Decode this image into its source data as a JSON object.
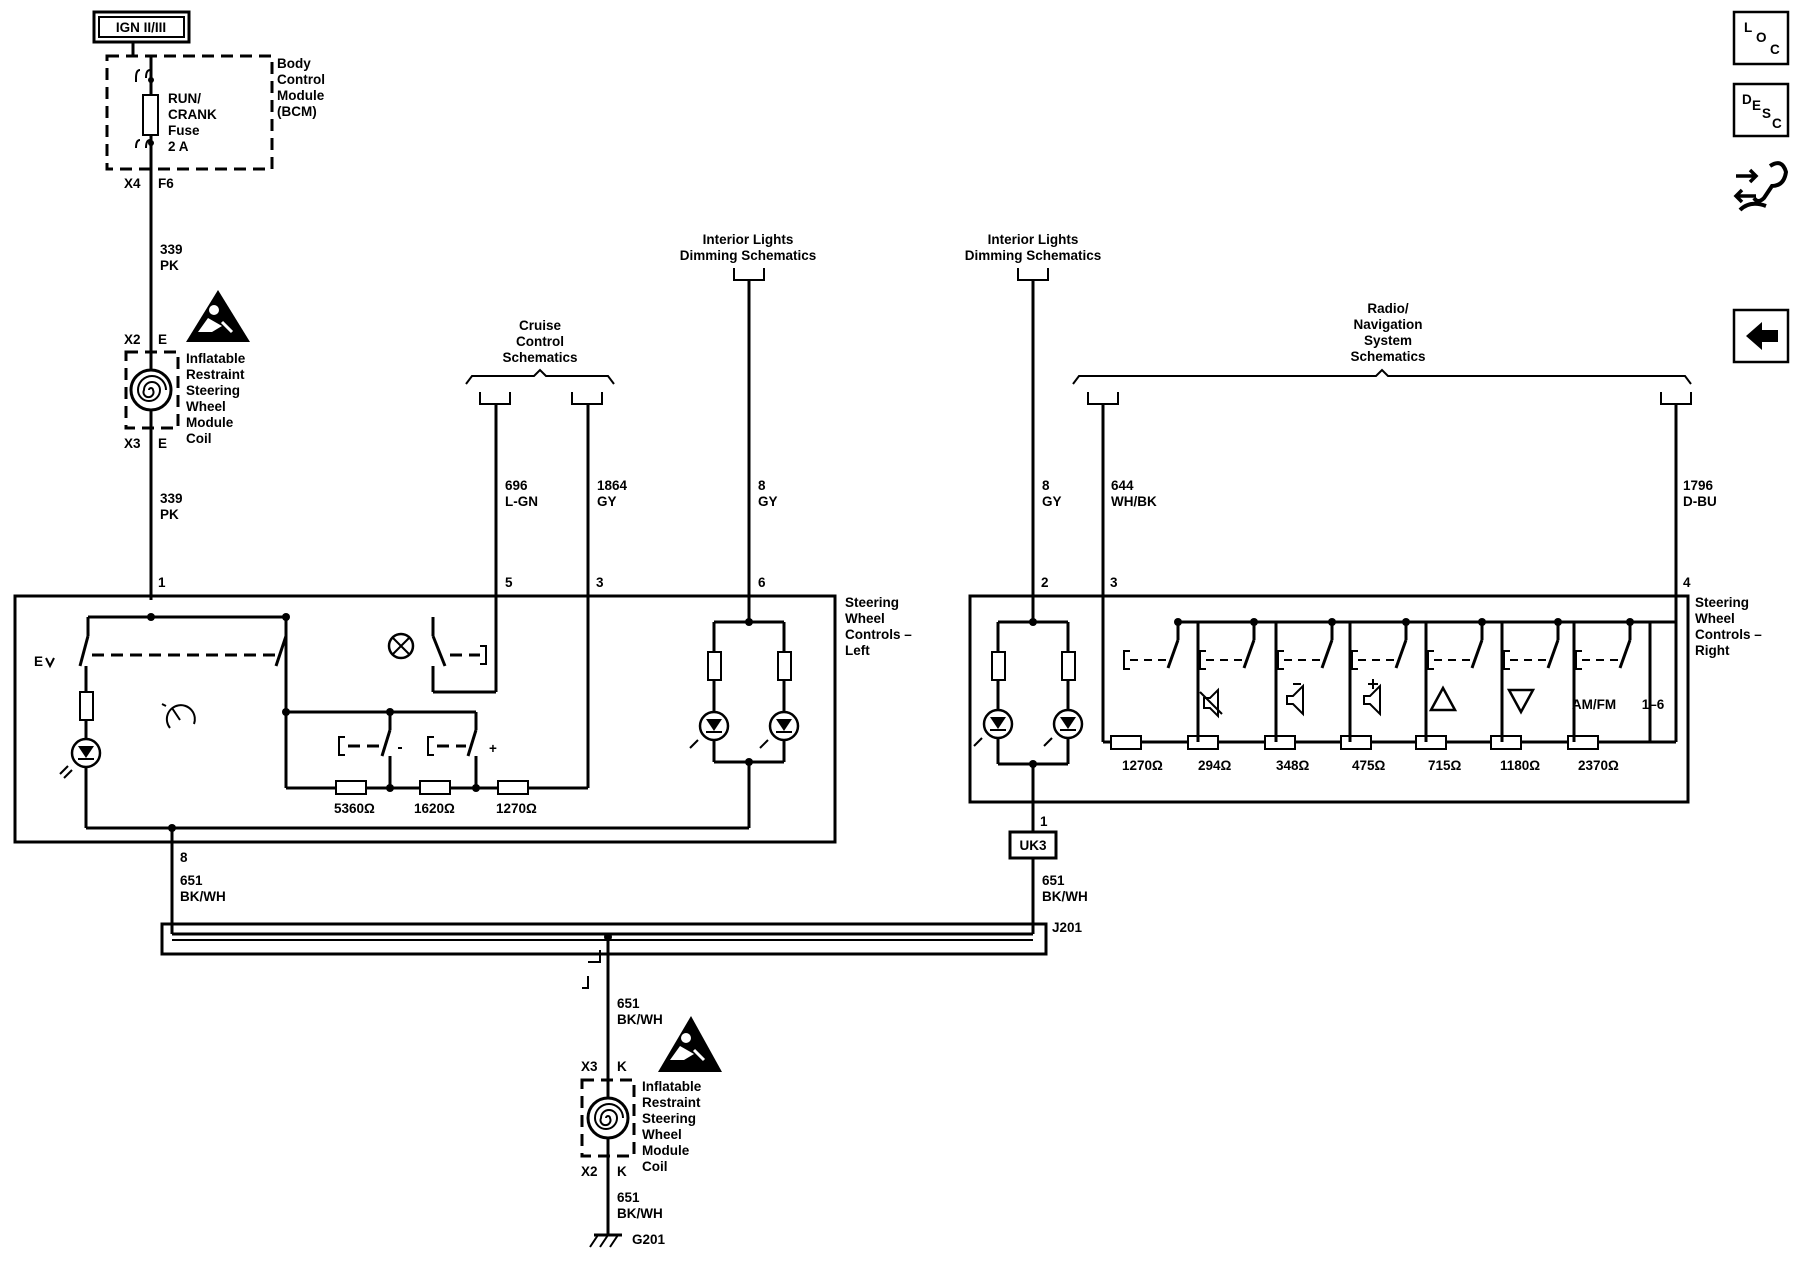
{
  "colors": {
    "ink": "#000000",
    "paper": "#ffffff"
  },
  "power": {
    "label": "IGN II/III"
  },
  "bcm": {
    "name": [
      "Body",
      "Control",
      "Module",
      "(BCM)"
    ],
    "fuse": [
      "RUN/",
      "CRANK",
      "Fuse",
      "2 A"
    ],
    "connector": "X4",
    "pin": "F6"
  },
  "wires": {
    "w339_top": [
      "339",
      "PK"
    ],
    "w339_bottom": [
      "339",
      "PK"
    ],
    "w696": [
      "696",
      "L-GN"
    ],
    "w1864": [
      "1864",
      "GY"
    ],
    "w8_left": [
      "8",
      "GY"
    ],
    "w8_right": [
      "8",
      "GY"
    ],
    "w644": [
      "644",
      "WH/BK"
    ],
    "w1796": [
      "1796",
      "D-BU"
    ],
    "w651_left": [
      "651",
      "BK/WH"
    ],
    "w651_right": [
      "651",
      "BK/WH"
    ],
    "w651_lower": [
      "651",
      "BK/WH"
    ],
    "w651_ground": [
      "651",
      "BK/WH"
    ]
  },
  "coil_top": {
    "name": [
      "Inflatable",
      "Restraint",
      "Steering",
      "Wheel",
      "Module",
      "Coil"
    ],
    "conn_a": "X2",
    "pin_a": "E",
    "conn_b": "X3",
    "pin_b": "E"
  },
  "coil_bottom": {
    "name": [
      "Inflatable",
      "Restraint",
      "Steering",
      "Wheel",
      "Module",
      "Coil"
    ],
    "conn_a": "X3",
    "pin_a": "K",
    "conn_b": "X2",
    "pin_b": "K"
  },
  "refs": {
    "cruise": [
      "Cruise",
      "Control",
      "Schematics"
    ],
    "dim_left": [
      "Interior Lights",
      "Dimming Schematics"
    ],
    "dim_right": [
      "Interior Lights",
      "Dimming Schematics"
    ],
    "radio": [
      "Radio/",
      "Navigation",
      "System",
      "Schematics"
    ]
  },
  "left_module": {
    "name": [
      "Steering",
      "Wheel",
      "Controls –",
      "Left"
    ],
    "pins": {
      "p1": "1",
      "p5": "5",
      "p3": "3",
      "p6": "6",
      "p8": "8"
    },
    "resistors": [
      "5360Ω",
      "1620Ω",
      "1270Ω"
    ],
    "plus_symbol": "+"
  },
  "right_module": {
    "name": [
      "Steering",
      "Wheel",
      "Controls –",
      "Right"
    ],
    "pins": {
      "p2": "2",
      "p3": "3",
      "p4": "4",
      "p1": "1"
    },
    "resistors": [
      "1270Ω",
      "294Ω",
      "348Ω",
      "475Ω",
      "715Ω",
      "1180Ω",
      "2370Ω"
    ],
    "button_labels": {
      "mode": "AM/FM",
      "preset": "1–6"
    }
  },
  "connector_uk3": "UK3",
  "splice": "J201",
  "ground": "G201",
  "nav_buttons": {
    "loc": [
      "L",
      "O",
      "C"
    ],
    "desc": [
      "D",
      "E",
      "S",
      "C"
    ]
  }
}
